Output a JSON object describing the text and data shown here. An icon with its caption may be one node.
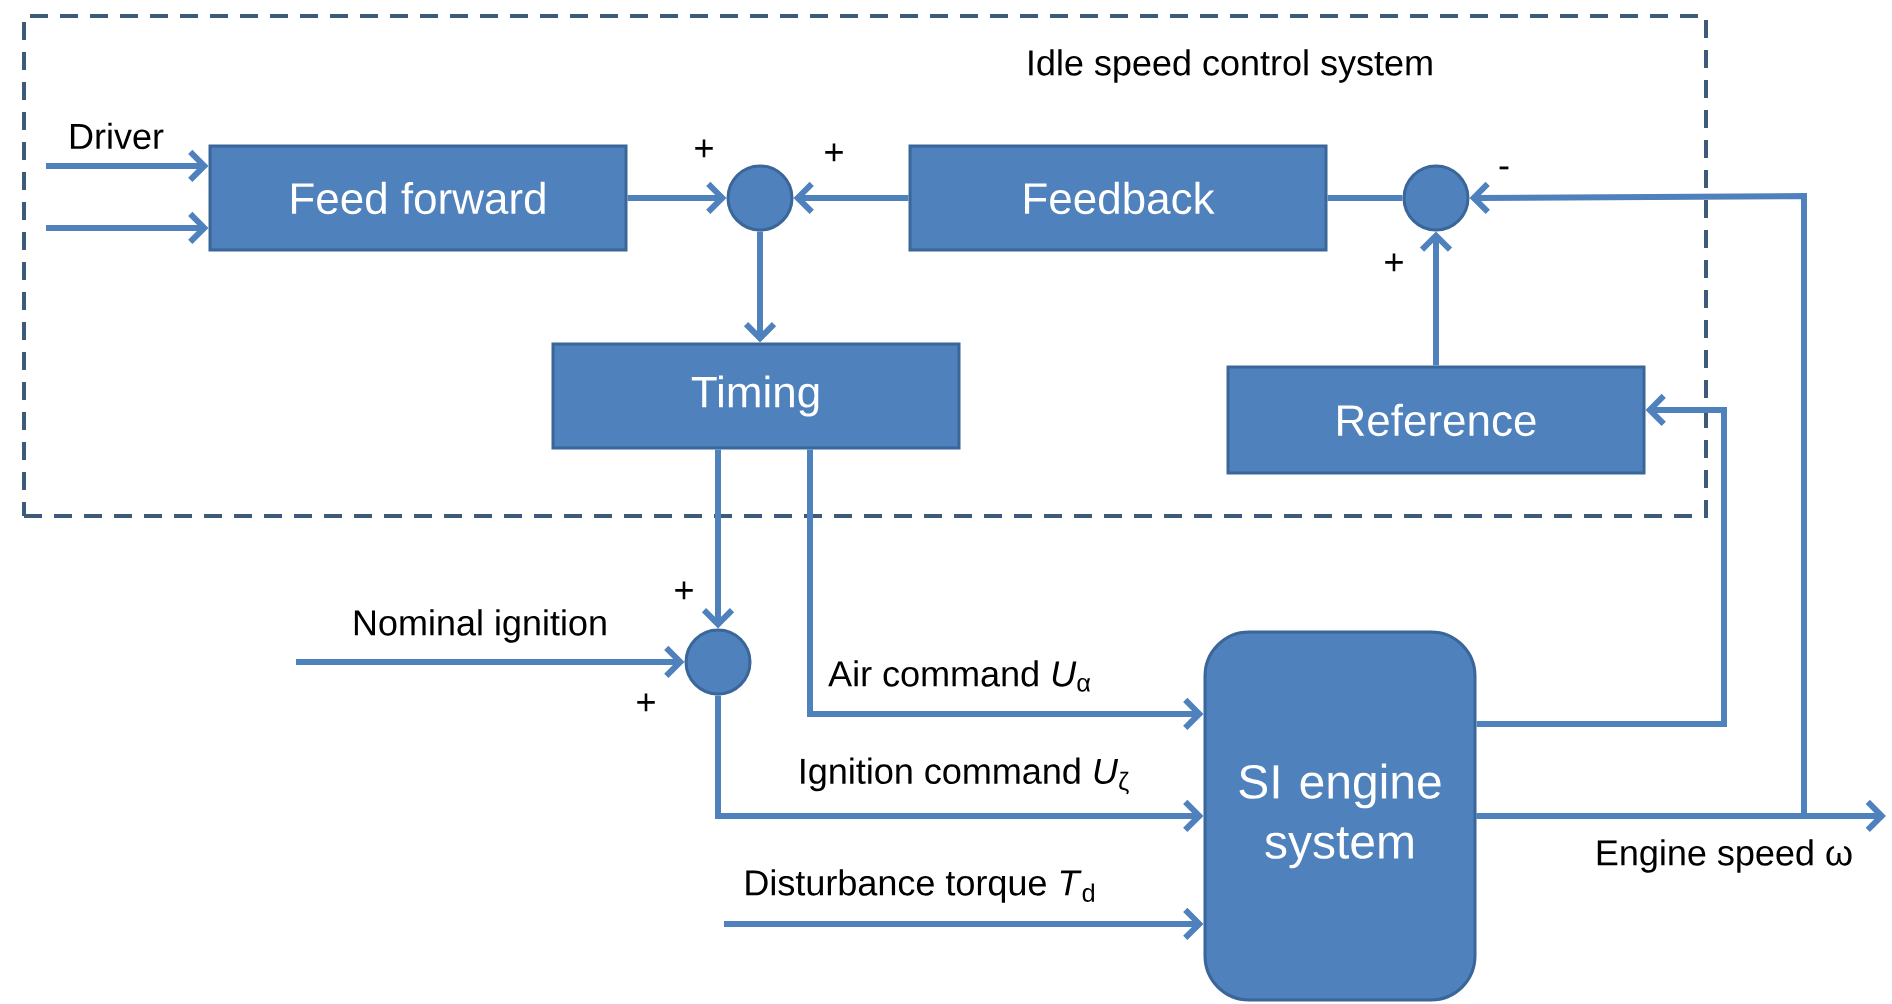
{
  "diagram": {
    "nodes": [
      {
        "text": [
          "Idle speed control system"
        ]
      },
      {
        "text": [
          "Feed forward"
        ],
        "in": 0
      },
      {
        "text": [],
        "shape": "circle",
        "in": 0
      },
      {
        "text": [
          "Feedback"
        ],
        "in": 0
      },
      {
        "text": [],
        "shape": "circle",
        "in": 0
      },
      {
        "text": [
          "Timing"
        ],
        "in": 0
      },
      {
        "text": [
          "Reference"
        ],
        "in": 0
      },
      {
        "text": [],
        "shape": "circle"
      },
      {
        "text": [
          "SI engine system"
        ]
      }
    ],
    "edges": [
      {
        "from": null,
        "to": 1,
        "arrow": "to",
        "label": "Driver"
      },
      {
        "from": null,
        "to": 1,
        "arrow": "to"
      },
      {
        "from": 1,
        "to": 2,
        "arrow": "to"
      },
      {
        "from": 3,
        "to": 2,
        "arrow": "to"
      },
      {
        "from": 4,
        "to": 3,
        "arrow": "none"
      },
      {
        "from": 6,
        "to": 4,
        "arrow": "to"
      },
      {
        "from": 8,
        "to": 4,
        "arrow": "to"
      },
      {
        "from": 8,
        "to": 6,
        "arrow": "to"
      },
      {
        "from": 2,
        "to": 5,
        "arrow": "to"
      },
      {
        "from": 5,
        "to": 7,
        "arrow": "to"
      },
      {
        "from": null,
        "to": 7,
        "arrow": "to",
        "label": "Nominal ignition"
      },
      {
        "from": 5,
        "to": 8,
        "arrow": "to",
        "label": "Air command *U*$_{α}$"
      },
      {
        "from": 7,
        "to": 8,
        "arrow": "to",
        "label": "Ignition command *U*$_{ζ}$"
      },
      {
        "from": null,
        "to": 8,
        "arrow": "to",
        "label": "Disturbance torque *T*$_{d}$"
      },
      {
        "from": 8,
        "to": null,
        "arrow": "to",
        "label": "Engine speed ω"
      }
    ],
    "labels": [
      "+",
      "+",
      "-",
      "+",
      "+",
      "+"
    ]
  }
}
